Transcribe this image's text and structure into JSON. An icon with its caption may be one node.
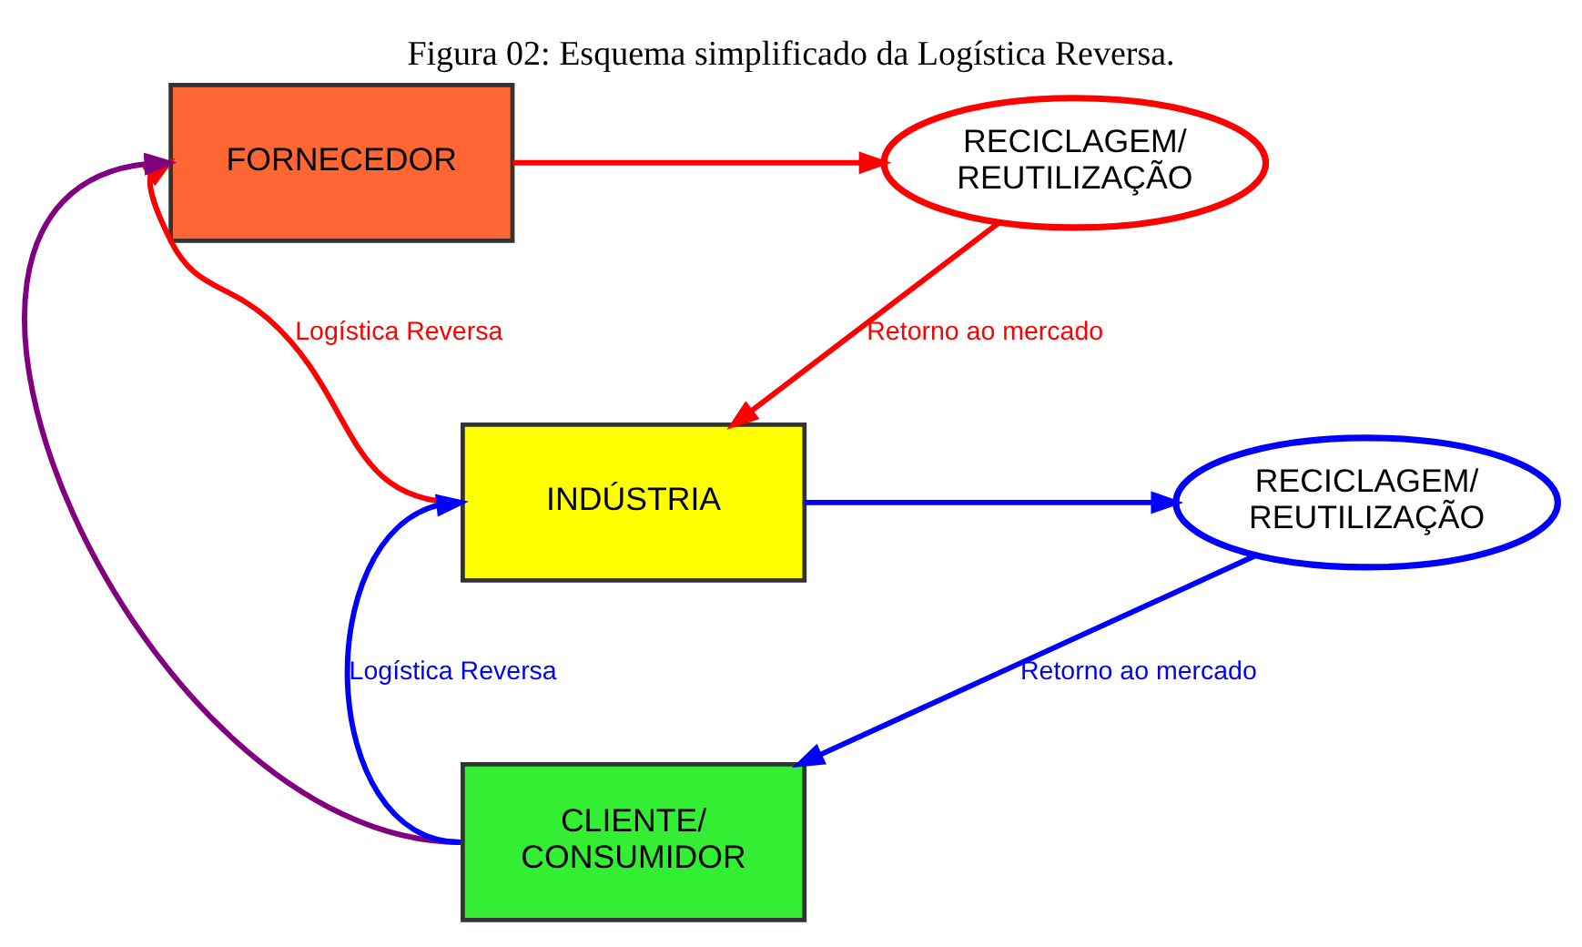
{
  "diagram": {
    "title": "Figura 02: Esquema simplificado da Logística Reversa.",
    "nodes": [
      {
        "text": [
          "FORNECEDOR"
        ]
      },
      {
        "text": [
          "RECICLAGEM/ REUTILIZAÇÃO"
        ]
      },
      {
        "text": [
          "INDÚSTRIA"
        ]
      },
      {
        "text": [
          "RECICLAGEM/ REUTILIZAÇÃO"
        ]
      },
      {
        "text": [
          "CLIENTE/ CONSUMIDOR"
        ]
      }
    ],
    "edges": [
      {
        "from": 0,
        "to": 1,
        "arrow": "to",
        "color": "#ff0000"
      },
      {
        "from": 1,
        "to": 2,
        "arrow": "to",
        "label": "Retorno ao mercado",
        "color": "#ff0000"
      },
      {
        "from": 2,
        "to": 0,
        "arrow": "to",
        "label": "Logística Reversa",
        "color": "#ff0000"
      },
      {
        "from": 2,
        "to": 3,
        "arrow": "to",
        "color": "#0000ff"
      },
      {
        "from": 3,
        "to": 4,
        "arrow": "to",
        "label": "Retorno ao mercado",
        "color": "#0000ff"
      },
      {
        "from": 4,
        "to": 2,
        "arrow": "to",
        "label": "Logística Reversa",
        "color": "#0000ff"
      },
      {
        "from": 4,
        "to": 0,
        "arrow": "to",
        "color": "#800080"
      }
    ]
  }
}
